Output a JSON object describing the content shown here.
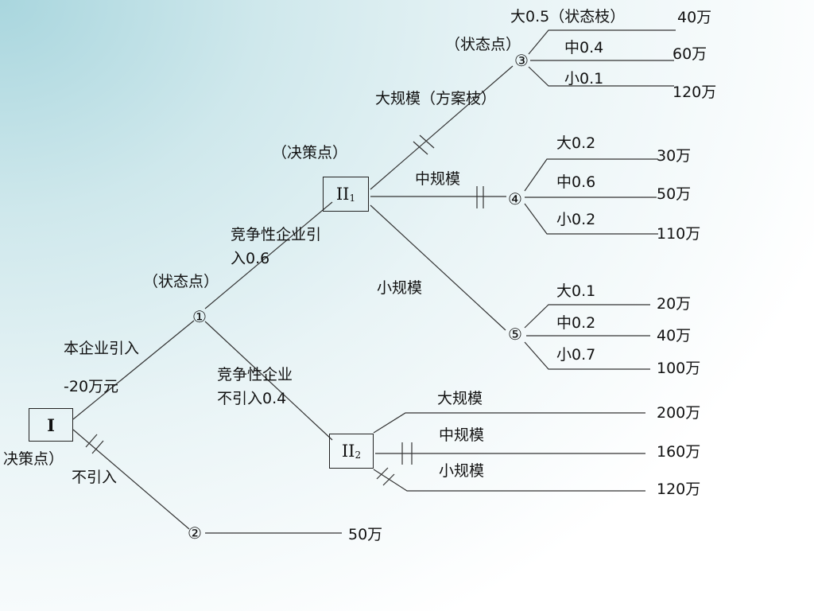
{
  "colors": {
    "line": "#333333",
    "text": "#111111",
    "bg_accent": "#a9d6de"
  },
  "nodes": {
    "d1": {
      "label": "I"
    },
    "d2": {
      "label": "II",
      "sub": "1"
    },
    "d3": {
      "label": "II",
      "sub": "2"
    },
    "c1": "①",
    "c2": "②",
    "c3": "③",
    "c4": "④",
    "c5": "⑤"
  },
  "labels": {
    "decision_point_left": "决策点）",
    "decision_point_mid": "（决策点）",
    "state_point_mid": "（状态点）",
    "state_point_top": "（状态点）",
    "own_intro": "本企业引入",
    "own_intro_cost": "-20万元",
    "no_intro": "不引入",
    "competitor_intro": "竞争性企业引入0.6",
    "competitor_no_intro": "竞争性企业不引入0.4",
    "large_scale_branch": "大规模（方案枝）",
    "mid_scale": "中规模",
    "small_scale": "小规模",
    "big_05_state_branch": "大0.5（状态枝）",
    "mid_04": "中0.4",
    "small_01": "小0.1",
    "big_02": "大0.2",
    "mid_06": "中0.6",
    "small_02": "小0.2",
    "big_01": "大0.1",
    "mid_02": "中0.2",
    "small_07": "小0.7",
    "lower_large": "大规模",
    "lower_mid": "中规模",
    "lower_small": "小规模"
  },
  "payoffs": {
    "p3_big": "40万",
    "p3_mid": "60万",
    "p3_small": "120万",
    "p4_big": "30万",
    "p4_mid": "50万",
    "p4_small": "110万",
    "p5_big": "20万",
    "p5_mid": "40万",
    "p5_small": "100万",
    "d3_large": "200万",
    "d3_mid": "160万",
    "d3_small": "120万",
    "no_intro": "50万"
  }
}
